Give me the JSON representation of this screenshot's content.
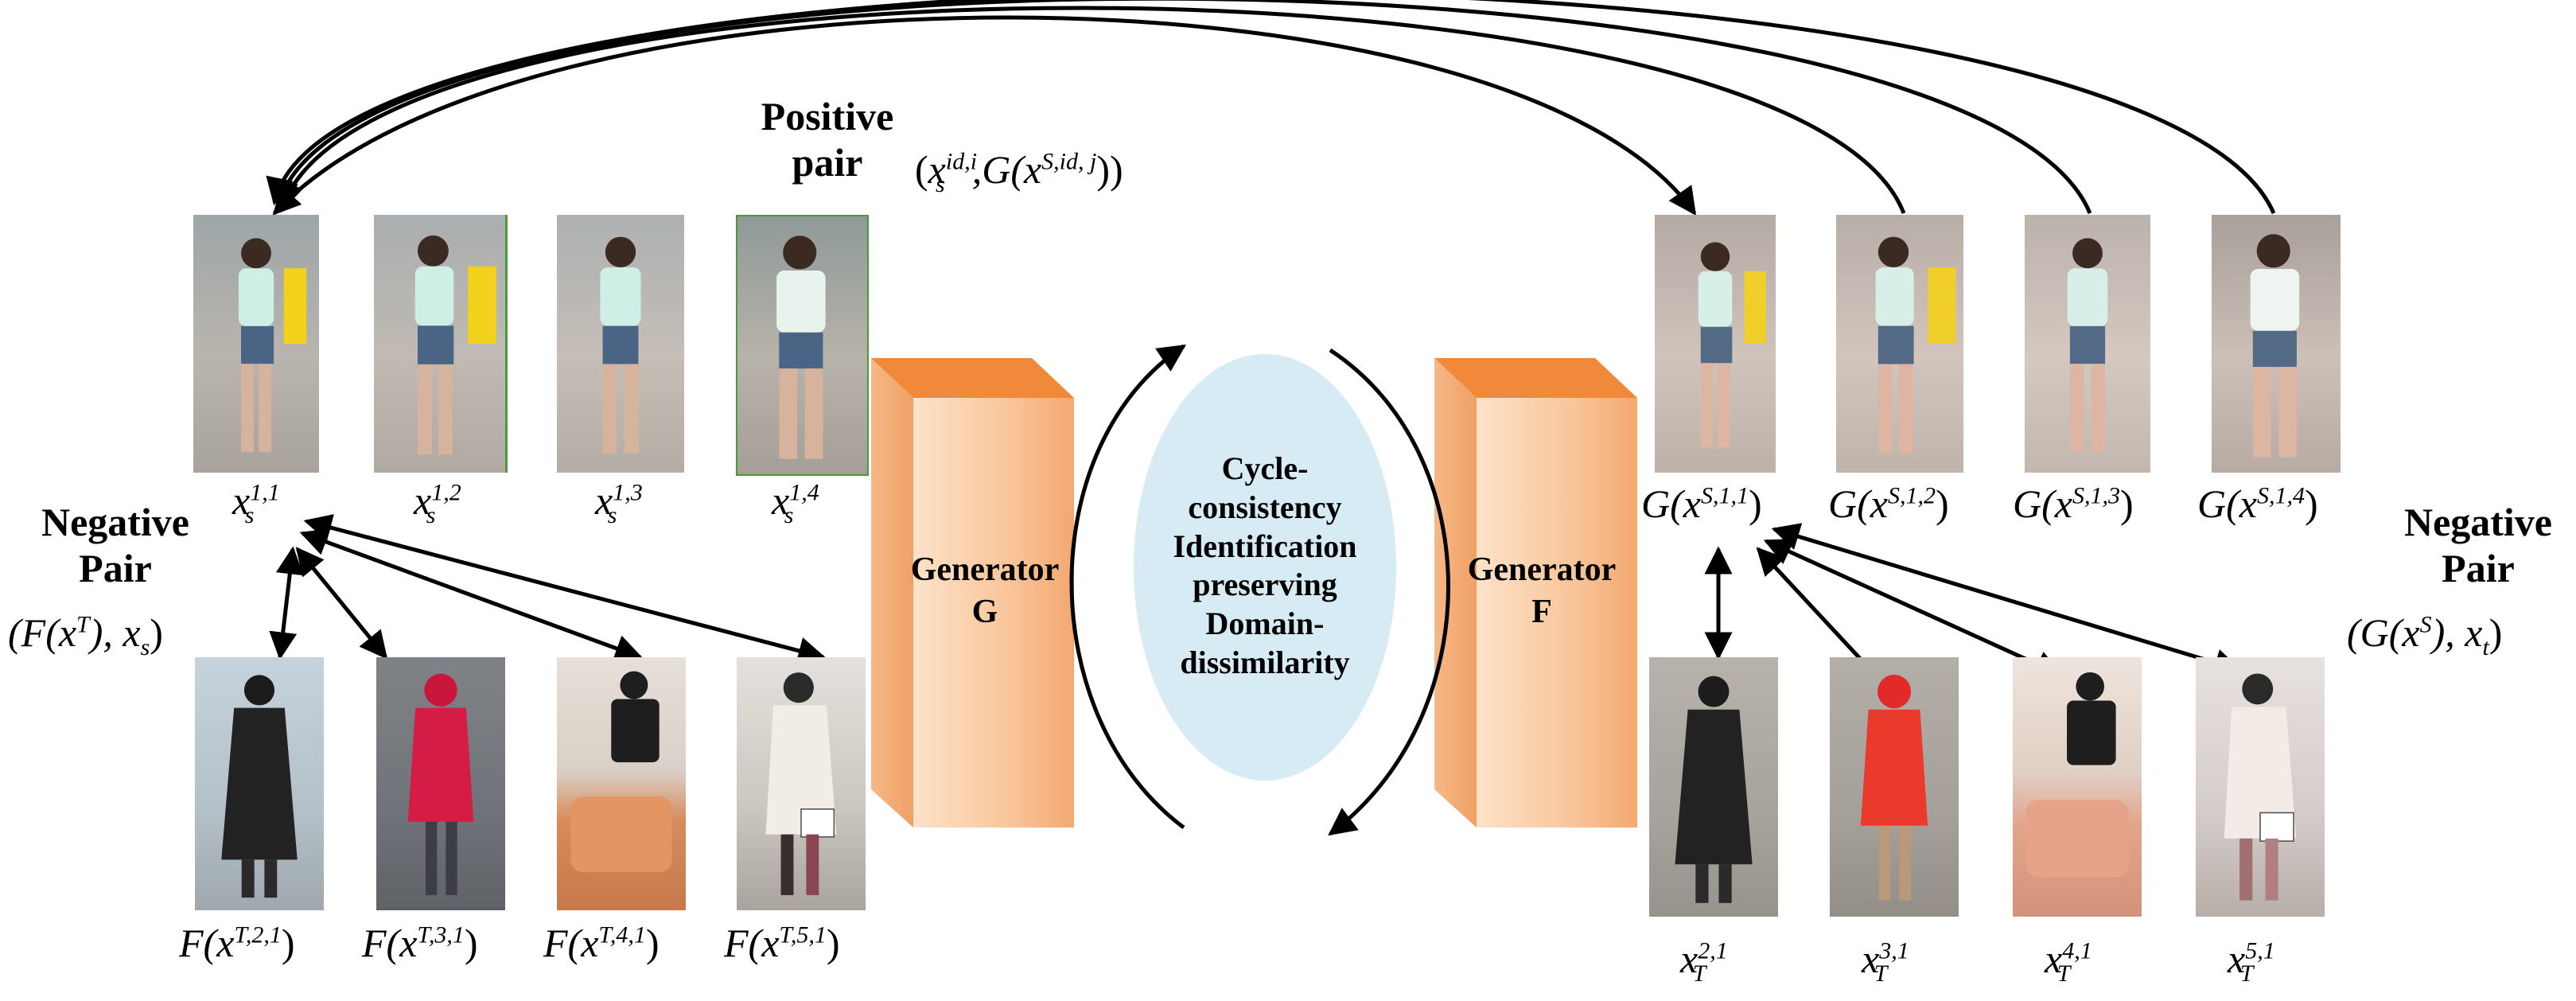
{
  "labels": {
    "positive_pair_l1": "Positive",
    "positive_pair_l2": "pair",
    "negative_left_l1": "Negative",
    "negative_left_l2": "Pair",
    "negative_right_l1": "Negative",
    "negative_right_l2": "Pair",
    "generator_g_l1": "Generator",
    "generator_g_l2": "G",
    "generator_f_l1": "Generator",
    "generator_f_l2": "F",
    "ellipse_lines": [
      "Cycle-",
      "consistency",
      "Identification",
      "preserving",
      "Domain-",
      "dissimilarity"
    ]
  },
  "formulas": {
    "positive_pair": {
      "open": "(",
      "x": "x",
      "sup": "id,i",
      "sub": "s",
      "mid": ",G(x",
      "sup2": "S,id, j",
      "close": "))"
    },
    "negative_left": {
      "pre": "(F(x",
      "sup": "T",
      "mid": "), x",
      "sub": "s",
      "close": ")"
    },
    "negative_right": {
      "pre": "(G(x",
      "sup": "S",
      "mid": "), x",
      "sub": "t",
      "close": ")"
    }
  },
  "source_captions": [
    {
      "base": "x",
      "sub": "s",
      "sup": "1,1"
    },
    {
      "base": "x",
      "sub": "s",
      "sup": "1,2"
    },
    {
      "base": "x",
      "sub": "s",
      "sup": "1,3"
    },
    {
      "base": "x",
      "sub": "s",
      "sup": "1,4"
    }
  ],
  "generated_source_captions": [
    {
      "pre": "G(x",
      "sup": "S,1,1",
      "close": ")"
    },
    {
      "pre": "G(x",
      "sup": "S,1,2",
      "close": ")"
    },
    {
      "pre": "G(x",
      "sup": "S,1,3",
      "close": ")"
    },
    {
      "pre": "G(x",
      "sup": "S,1,4",
      "close": ")"
    }
  ],
  "generated_target_captions": [
    {
      "pre": "F(x",
      "sup": "T,2,1",
      "close": ")"
    },
    {
      "pre": "F(x",
      "sup": "T,3,1",
      "close": ")"
    },
    {
      "pre": "F(x",
      "sup": "T,4,1",
      "close": ")"
    },
    {
      "pre": "F(x",
      "sup": "T,5,1",
      "close": ")"
    }
  ],
  "target_captions": [
    {
      "base": "x",
      "sub": "T",
      "sup": "2,1"
    },
    {
      "base": "x",
      "sub": "T",
      "sup": "3,1"
    },
    {
      "base": "x",
      "sub": "T",
      "sup": "4,1"
    },
    {
      "base": "x",
      "sub": "T",
      "sup": "5,1"
    }
  ],
  "colors": {
    "generator_front": "#f9c9a2",
    "generator_top": "#f08a3a",
    "generator_side": "#f2a062",
    "ellipse": "#d6ebf3",
    "arrow": "#000000"
  }
}
